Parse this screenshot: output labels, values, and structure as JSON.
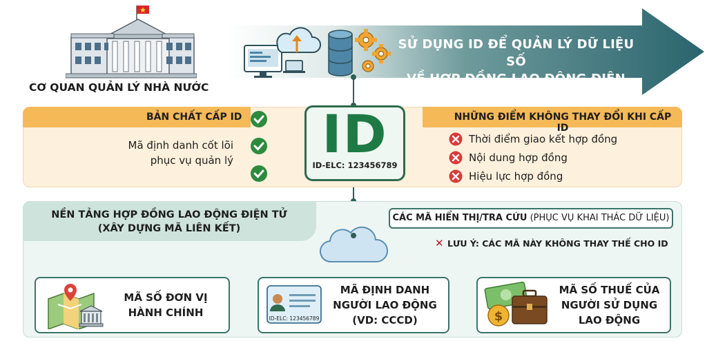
{
  "header": {
    "agency_label": "CƠ QUAN QUẢN LÝ NHÀ NƯỚC",
    "banner_line1": "SỬ DỤNG ID ĐỂ QUẢN LÝ DỮ LIỆU SỐ",
    "banner_line2": "VỀ HỢP ĐỒNG LAO ĐỘNG ĐIỆN TỬ"
  },
  "middle": {
    "left_header": "BẢN CHẤT CẤP ID",
    "core_line1": "Mã định danh cốt lõi",
    "core_line2": "phục vụ quản lý",
    "id_label": "ID",
    "id_code": "ID-ELC: 123456789",
    "right_header": "NHỮNG ĐIỂM KHÔNG THAY ĐỔI KHI CẤP ID",
    "unchanged": [
      "Thời điểm giao kết hợp đồng",
      "Nội dung hợp đồng",
      "Hiệu lực hợp đồng"
    ]
  },
  "bottom": {
    "platform_line1": "NỀN TẢNG HỢP ĐỒNG LAO ĐỘNG ĐIỆN TỬ",
    "platform_line2": "(XÂY DỰNG MÃ LIÊN KẾT)",
    "display_bold": "CÁC MÃ HIỂN THỊ/TRA CỨU",
    "display_rest": " (PHỤC VỤ KHAI THÁC DỮ LIỆU)",
    "note": "LƯU Ý: CÁC MÃ NÀY KHÔNG THAY THẾ CHO ID",
    "cards": [
      {
        "line1": "MÃ SỐ ĐƠN VỊ",
        "line2": "HÀNH CHÍNH",
        "line3": ""
      },
      {
        "line1": "MÃ ĐỊNH DANH",
        "line2": "NGƯỜI LAO ĐỘNG",
        "line3": "(VD: CCCD)"
      },
      {
        "line1": "MÃ SỐ THUẾ CỦA",
        "line2": "NGƯỜI SỬ DỤNG",
        "line3": "LAO ĐỘNG"
      }
    ],
    "card_id_code": "ID-ELC: 123456789"
  },
  "colors": {
    "arrow_dark": "#2e6b73",
    "arrow_light": "#e7f0ee",
    "accent_green": "#1e7a45",
    "header_orange": "#f6b958",
    "panel_cream": "#fdf0dc",
    "panel_mint": "#edf6f3",
    "check_green": "#2e8b3e",
    "cross_red": "#d93b3b",
    "line_dark": "#2f5e55"
  },
  "icons": [
    "government-building-icon",
    "vietnam-flag-icon",
    "monitor-icon",
    "cloud-upload-icon",
    "laptop-icon",
    "database-icon",
    "gears-icon",
    "check-icon",
    "cross-icon",
    "cloud-icon",
    "map-pin-icon",
    "id-card-icon",
    "money-icon",
    "briefcase-icon"
  ]
}
